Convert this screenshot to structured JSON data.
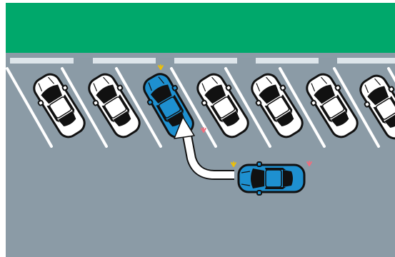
{
  "scene": {
    "colors": {
      "background": "#ffffff",
      "grass": "#00a86b",
      "asphalt": "#8b9ba6",
      "line": "#ffffff",
      "curb": "#dde5ea",
      "white_car": "#ffffff",
      "blue_car": "#1e90d0",
      "outline": "#111111",
      "window": "#111111",
      "arrow": "#ffffff",
      "spark_yellow": "#f2c200",
      "spark_pink": "#f26d7d"
    },
    "parked_white_cars": 6,
    "highlighted_cars": 2,
    "icons": [
      "parking-lot",
      "parked-car-icon",
      "reversing-car-icon",
      "turn-arrow-icon",
      "hazard-light-icon"
    ]
  }
}
